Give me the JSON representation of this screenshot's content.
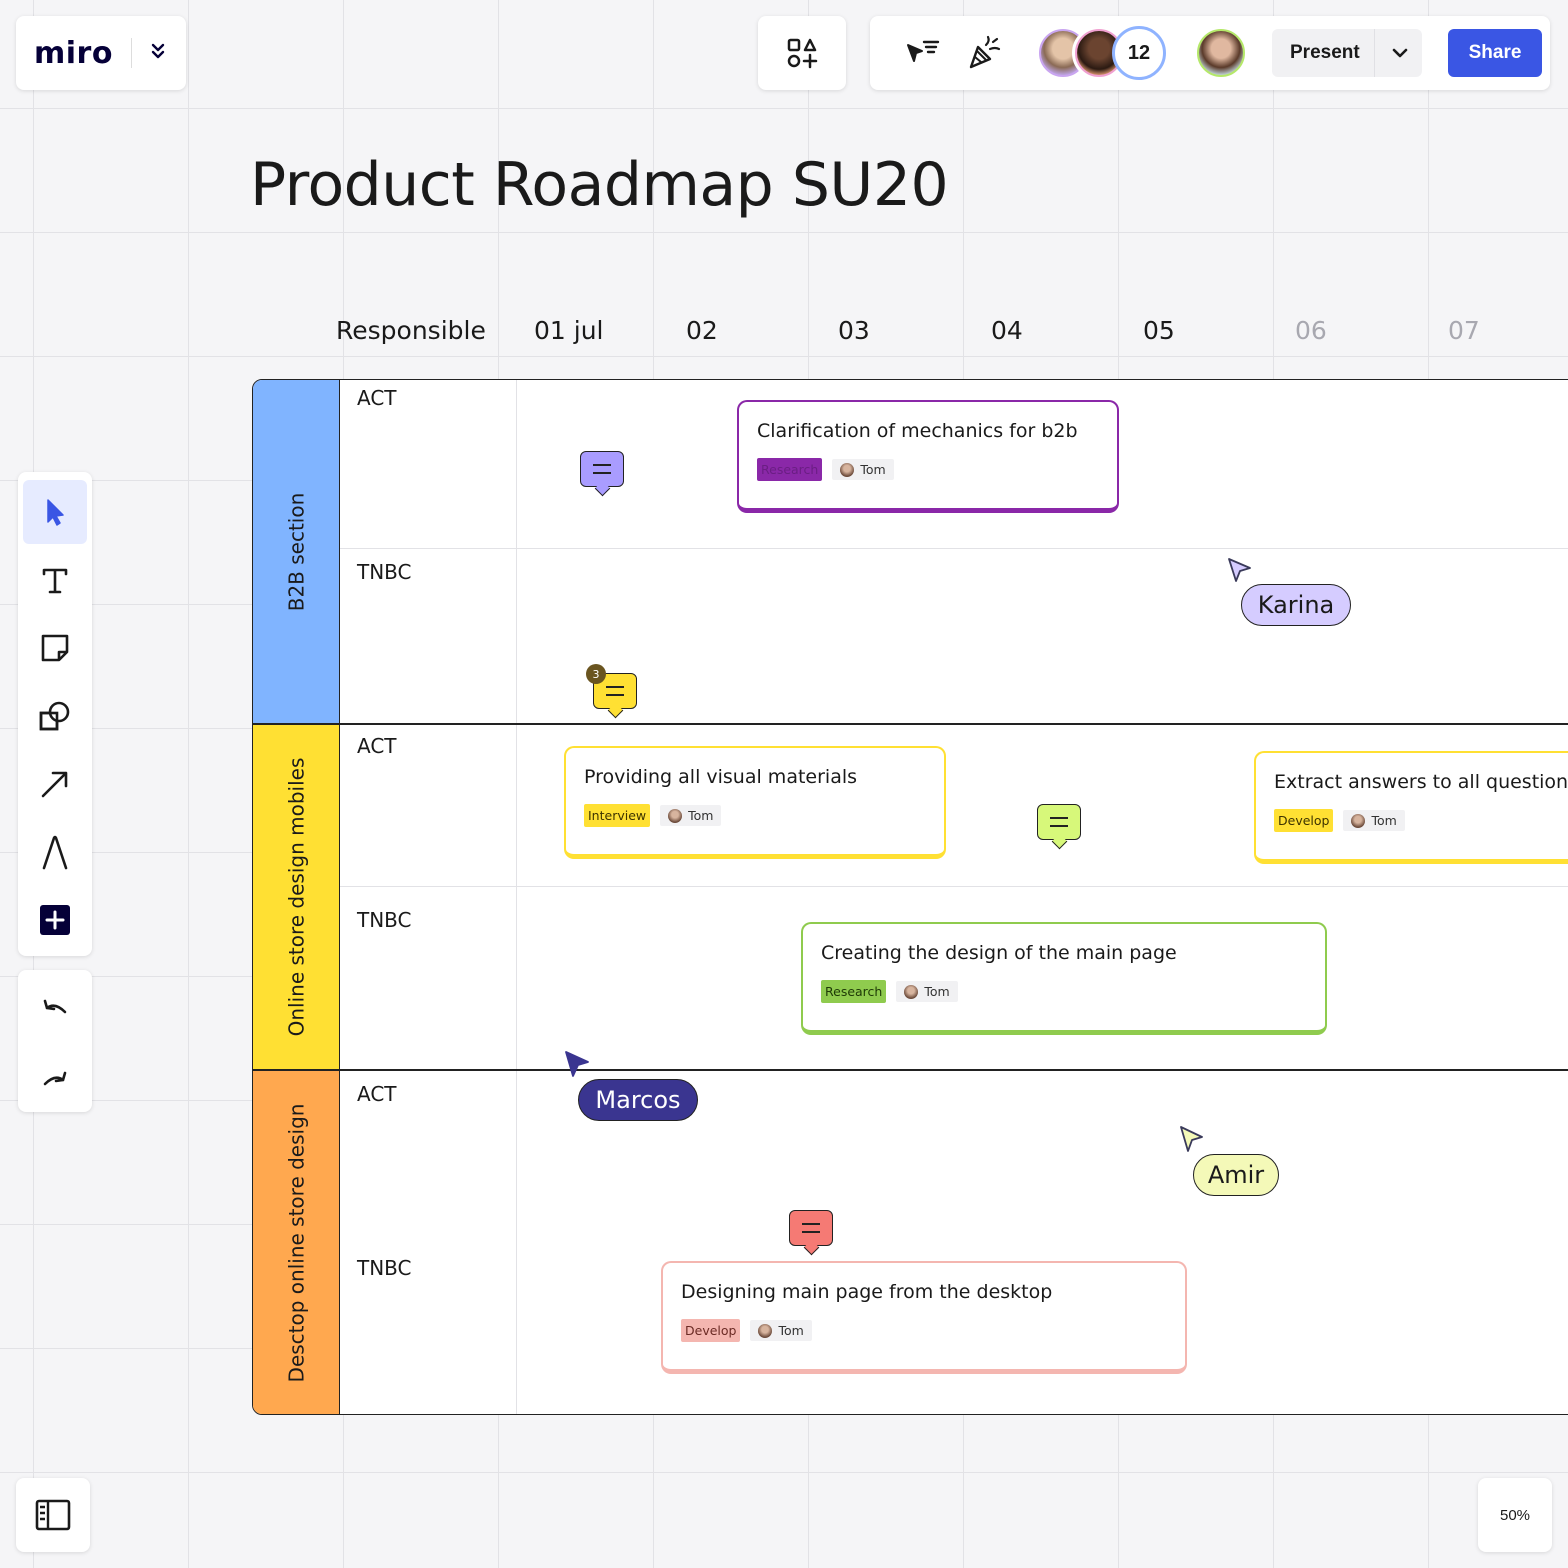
{
  "app": {
    "logo": "miro",
    "zoom": "50%"
  },
  "header": {
    "collaborator_count": "12",
    "present_label": "Present",
    "share_label": "Share"
  },
  "board": {
    "title": "Product Roadmap SU20",
    "columns": [
      "Responsible",
      "01 jul",
      "02",
      "03",
      "04",
      "05",
      "06",
      "07"
    ],
    "sections": [
      {
        "label": "B2B section",
        "color": "#80b4ff"
      },
      {
        "label": "Online store design mobiles",
        "color": "#ffe033"
      },
      {
        "label": "Desctop online store design",
        "color": "#ffa84f"
      }
    ],
    "responsible": [
      "ACT",
      "TNBC",
      "ACT",
      "TNBC",
      "ACT",
      "TNBC"
    ],
    "cards": [
      {
        "title": "Clarification of mechanics for b2b",
        "tag": "Research",
        "user": "Tom",
        "border": "#8a28a8",
        "tag_bg": "#8a28a8",
        "tag_fg": "#6b1e84"
      },
      {
        "title": "Providing all visual materials",
        "tag": "Interview",
        "user": "Tom",
        "border": "#ffe033",
        "tag_bg": "#ffe033",
        "tag_fg": "#3d3300"
      },
      {
        "title": "Extract answers to all questions f",
        "tag": "Develop",
        "user": "Tom",
        "border": "#ffe033",
        "tag_bg": "#ffe033",
        "tag_fg": "#3d3300"
      },
      {
        "title": "Creating the design of the main page",
        "tag": "Research",
        "user": "Tom",
        "border": "#8fcb4e",
        "tag_bg": "#8fcb4e",
        "tag_fg": "#1e3a06"
      },
      {
        "title": "Designing main page from the desktop",
        "tag": "Develop",
        "user": "Tom",
        "border": "#f4b6b0",
        "tag_bg": "#f4b6b0",
        "tag_fg": "#6b2a24"
      }
    ],
    "comments": [
      {
        "color": "#a99cff",
        "badge": ""
      },
      {
        "color": "#ffe033",
        "badge": "3"
      },
      {
        "color": "#d7f87a",
        "badge": ""
      },
      {
        "color": "#f57a74",
        "badge": ""
      }
    ],
    "cursors": [
      {
        "name": "Karina",
        "bg": "#d5ccff",
        "fg": "#1a1a1a"
      },
      {
        "name": "Marcos",
        "bg": "#3a3590",
        "fg": "#ffffff"
      },
      {
        "name": "Amir",
        "bg": "#f4f9b8",
        "fg": "#1a1a1a"
      }
    ]
  }
}
